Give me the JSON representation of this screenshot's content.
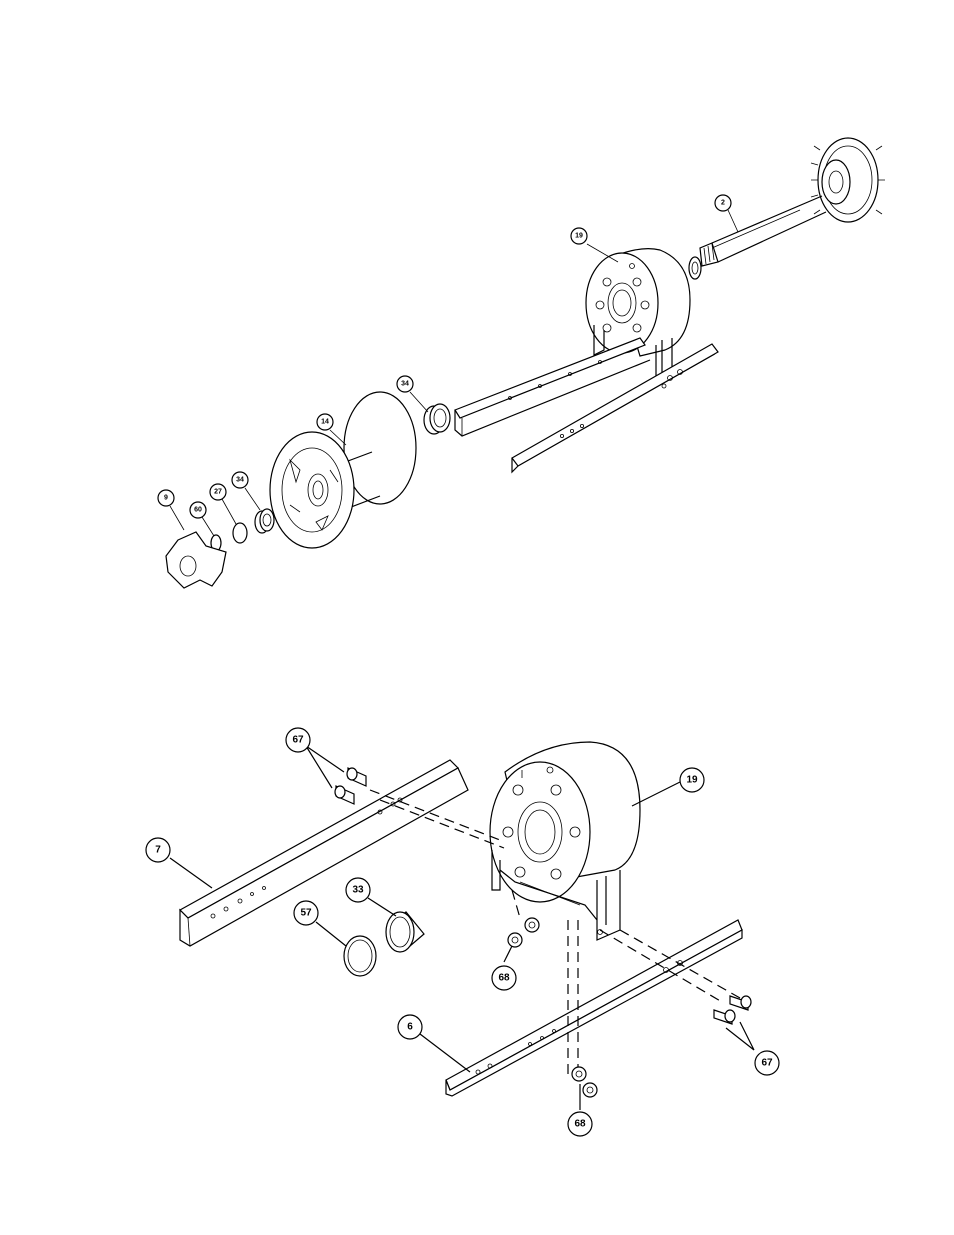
{
  "figure_top": {
    "callouts": [
      {
        "id": "top-2",
        "label": "2"
      },
      {
        "id": "top-19",
        "label": "19"
      },
      {
        "id": "top-34a",
        "label": "34"
      },
      {
        "id": "top-14",
        "label": "14"
      },
      {
        "id": "top-9",
        "label": "9"
      },
      {
        "id": "top-60",
        "label": "60"
      },
      {
        "id": "top-27",
        "label": "27"
      },
      {
        "id": "top-34b",
        "label": "34"
      }
    ]
  },
  "figure_bottom": {
    "callouts": [
      {
        "id": "bot-67a",
        "label": "67"
      },
      {
        "id": "bot-19",
        "label": "19"
      },
      {
        "id": "bot-7",
        "label": "7"
      },
      {
        "id": "bot-33",
        "label": "33"
      },
      {
        "id": "bot-57",
        "label": "57"
      },
      {
        "id": "bot-68a",
        "label": "68"
      },
      {
        "id": "bot-6",
        "label": "6"
      },
      {
        "id": "bot-67b",
        "label": "67"
      },
      {
        "id": "bot-68b",
        "label": "68"
      }
    ]
  }
}
